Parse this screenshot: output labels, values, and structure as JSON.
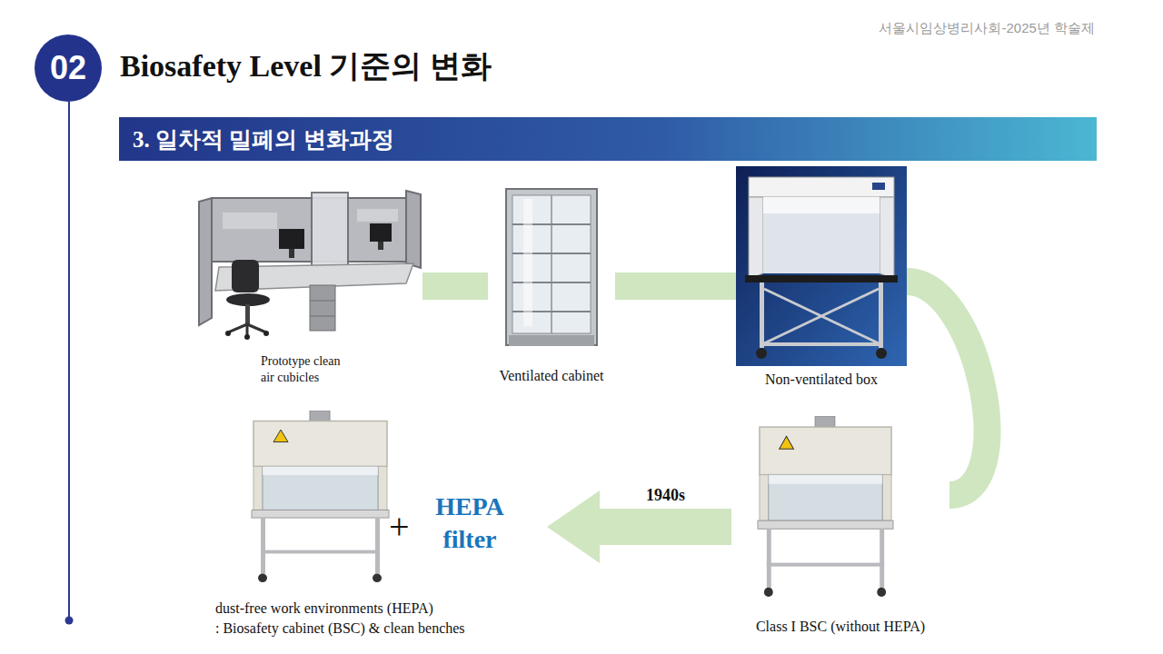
{
  "diagram": {
    "title": "Biosafety Level 기준의 변화",
    "nodes": [
      {
        "text": [
          "02"
        ]
      },
      {
        "text": [
          "3. 일차적 밀폐의 변화과정"
        ]
      },
      {
        "text": [
          "Prototype clean air cubicles"
        ]
      },
      {
        "text": [
          "Ventilated cabinet"
        ]
      },
      {
        "text": [
          "Non-ventilated box"
        ]
      },
      {
        "text": [
          "Class I BSC (without HEPA)"
        ]
      },
      {
        "text": [
          "dust-free work environments (HEPA)",
          ": Biosafety cabinet (BSC) & clean benches",
          "HEPA filter"
        ]
      }
    ],
    "edges": [
      {
        "from": 2,
        "to": 3,
        "arrow": "none"
      },
      {
        "from": 3,
        "to": 4,
        "arrow": "none"
      },
      {
        "from": 4,
        "to": 5,
        "arrow": "none"
      },
      {
        "from": 5,
        "to": 6,
        "arrow": "to",
        "label": "1940s"
      }
    ],
    "labels": [
      "서울시임상병리사회-2025년 학술제",
      "+"
    ]
  }
}
